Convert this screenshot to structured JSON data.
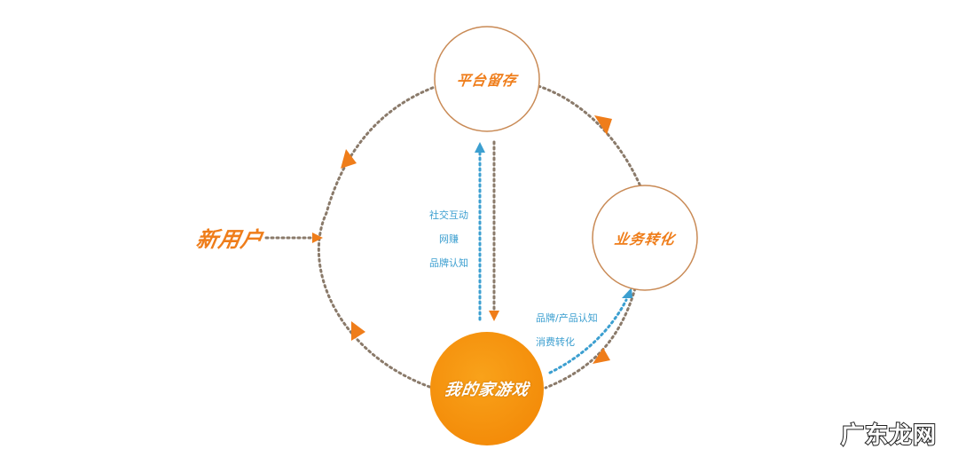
{
  "diagram": {
    "nodes": {
      "retention": {
        "label": "平台留存"
      },
      "conversion": {
        "label": "业务转化"
      },
      "core": {
        "label": "我的家游戏"
      }
    },
    "entry": {
      "label": "新用户"
    },
    "edges": {
      "core_to_retention": [
        "社交互动",
        "网赚",
        "品牌认知"
      ],
      "core_to_conversion": [
        "品牌/产品认知",
        "消费转化"
      ]
    },
    "colors": {
      "orange": "#ef7d1a",
      "circle_stroke": "#c98a55",
      "dot": "#8a7a6a",
      "blue": "#3c9fd0",
      "core_fill": "#f7940f"
    }
  },
  "watermark": {
    "text": "广东龙网"
  }
}
